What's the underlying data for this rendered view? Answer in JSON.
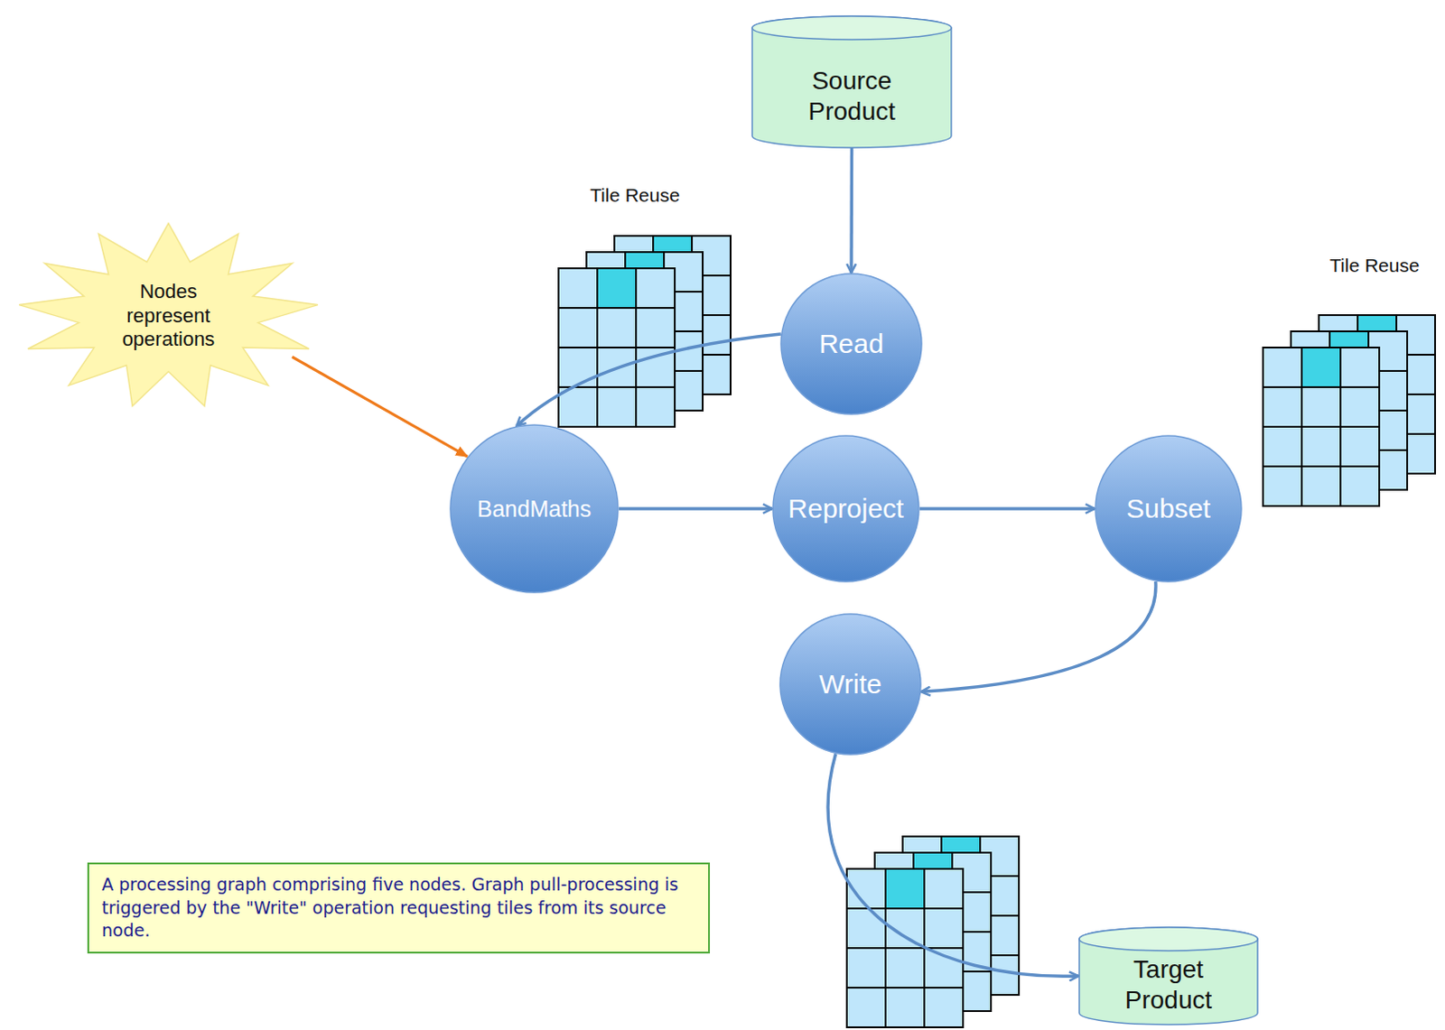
{
  "diagram": {
    "caption": "A processing graph comprising five nodes. Graph pull-processing is triggered by the \"Write\" operation requesting tiles from its source node.",
    "nodes": [
      {
        "text": [
          "Source Product"
        ]
      },
      {
        "text": [
          "Nodes represent operations"
        ]
      },
      {
        "text": [
          "Read"
        ]
      },
      {
        "text": [
          "BandMaths"
        ]
      },
      {
        "text": [
          "Reproject"
        ]
      },
      {
        "text": [
          "Subset"
        ]
      },
      {
        "text": [
          "Write"
        ]
      },
      {
        "text": [
          "Target Product"
        ]
      }
    ],
    "edges": [
      {
        "from": 0,
        "to": 2,
        "arrow": "to"
      },
      {
        "from": 2,
        "to": 3,
        "arrow": "to"
      },
      {
        "from": 3,
        "to": 4,
        "arrow": "to"
      },
      {
        "from": 4,
        "to": 5,
        "arrow": "to"
      },
      {
        "from": 5,
        "to": 6,
        "arrow": "to"
      },
      {
        "from": 6,
        "to": 7,
        "arrow": "to"
      },
      {
        "from": 1,
        "to": 3,
        "arrow": "to"
      }
    ],
    "labels": [
      "Tile Reuse",
      "Tile Reuse"
    ]
  }
}
